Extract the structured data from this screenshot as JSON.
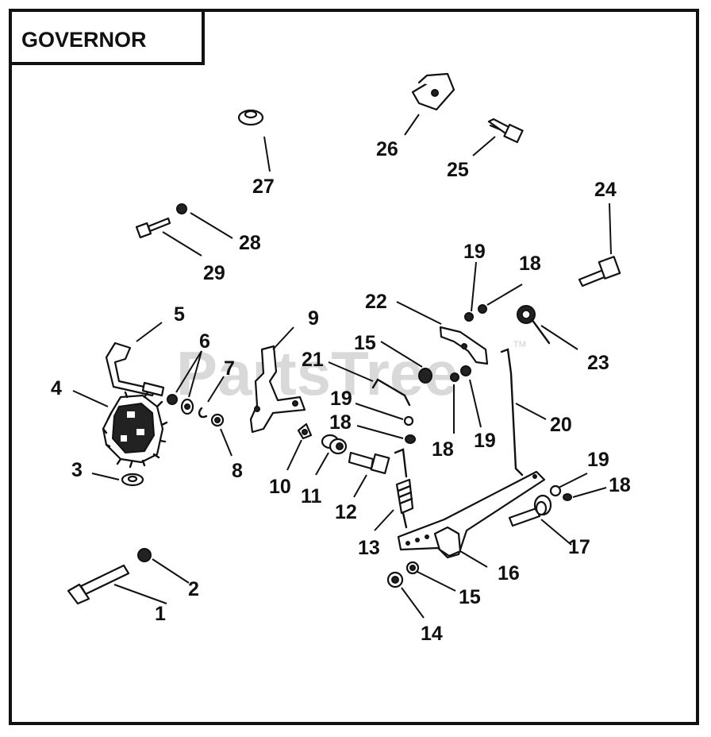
{
  "title": "GOVERNOR",
  "watermark": "PartsTree",
  "watermark_tm": "TM",
  "callouts": [
    "1",
    "2",
    "3",
    "4",
    "5",
    "6",
    "7",
    "8",
    "9",
    "10",
    "11",
    "12",
    "13",
    "14",
    "15",
    "15",
    "16",
    "17",
    "18",
    "18",
    "18",
    "18",
    "19",
    "19",
    "19",
    "19",
    "20",
    "21",
    "22",
    "23",
    "24",
    "25",
    "26",
    "27",
    "28",
    "29"
  ],
  "colors": {
    "ink": "#111111",
    "background": "#ffffff",
    "watermark": "#d9d9d9"
  }
}
